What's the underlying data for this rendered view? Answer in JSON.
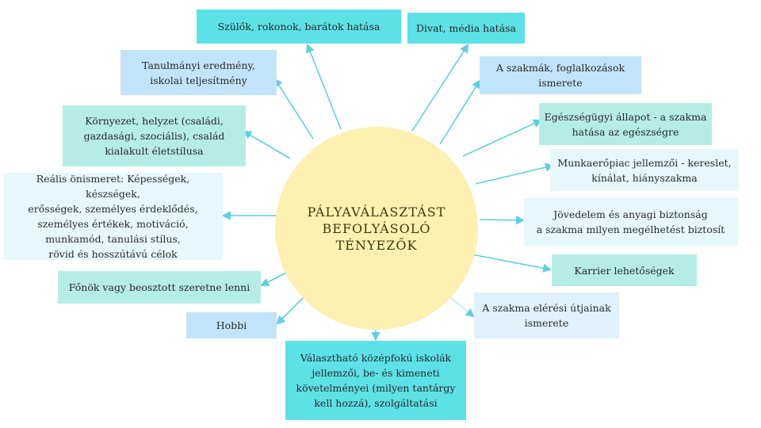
{
  "center": {
    "title": "PÁLYAVÁLASZTÁST\nBEFOLYÁSOLÓ\nTÉNYEZŐK"
  },
  "factors": {
    "szulok": "Szülők, rokonok, barátok hatása",
    "divat": "Divat, média hatása",
    "tanulmanyi": "Tanulmányi eredmény,\niskolai teljesítmény",
    "szakmak": "A szakmák, foglalkozások\nismerete",
    "kornyezet": "Környezet, helyzet (családi,\ngazdasági, szociális), család\nkialakult életstílusa",
    "egeszseg": "Egészségügyi állapot - a szakma\nhatása az egészségre",
    "munkaero": "Munkaerőpiac jellemzői - kereslet,\nkínálat, hiányszakma",
    "onismeret": "Reális önismeret: Képességek, készségek,\nerősségek, személyes érdeklődés,\nszemélyes értékek, motiváció,\nmunkamód, tanulási stílus,\nrövid és hosszútávú célok",
    "jovedelem": "Jövedelem és anyagi biztonság\na szakma milyen megélhetést biztosít",
    "karrier": "Karrier lehetőségek",
    "fonok": "Főnök vagy beosztott szeretne lenni",
    "eleresi": "A szakma elérési útjainak\nismerete",
    "hobbi": "Hobbi",
    "iskolak": "Választható középfokú iskolák\njellemzői, be- és kimeneti\nkövetelményei (milyen tantárgy\nkell hozzá), szolgáltatási"
  },
  "colors": {
    "cyan": "#5ce1e6",
    "mint": "#b5ece6",
    "blue": "#c2e4fb",
    "pale": "#e6f8fb",
    "center": "#fdf0b0",
    "arrow": "#5ccfe0"
  }
}
